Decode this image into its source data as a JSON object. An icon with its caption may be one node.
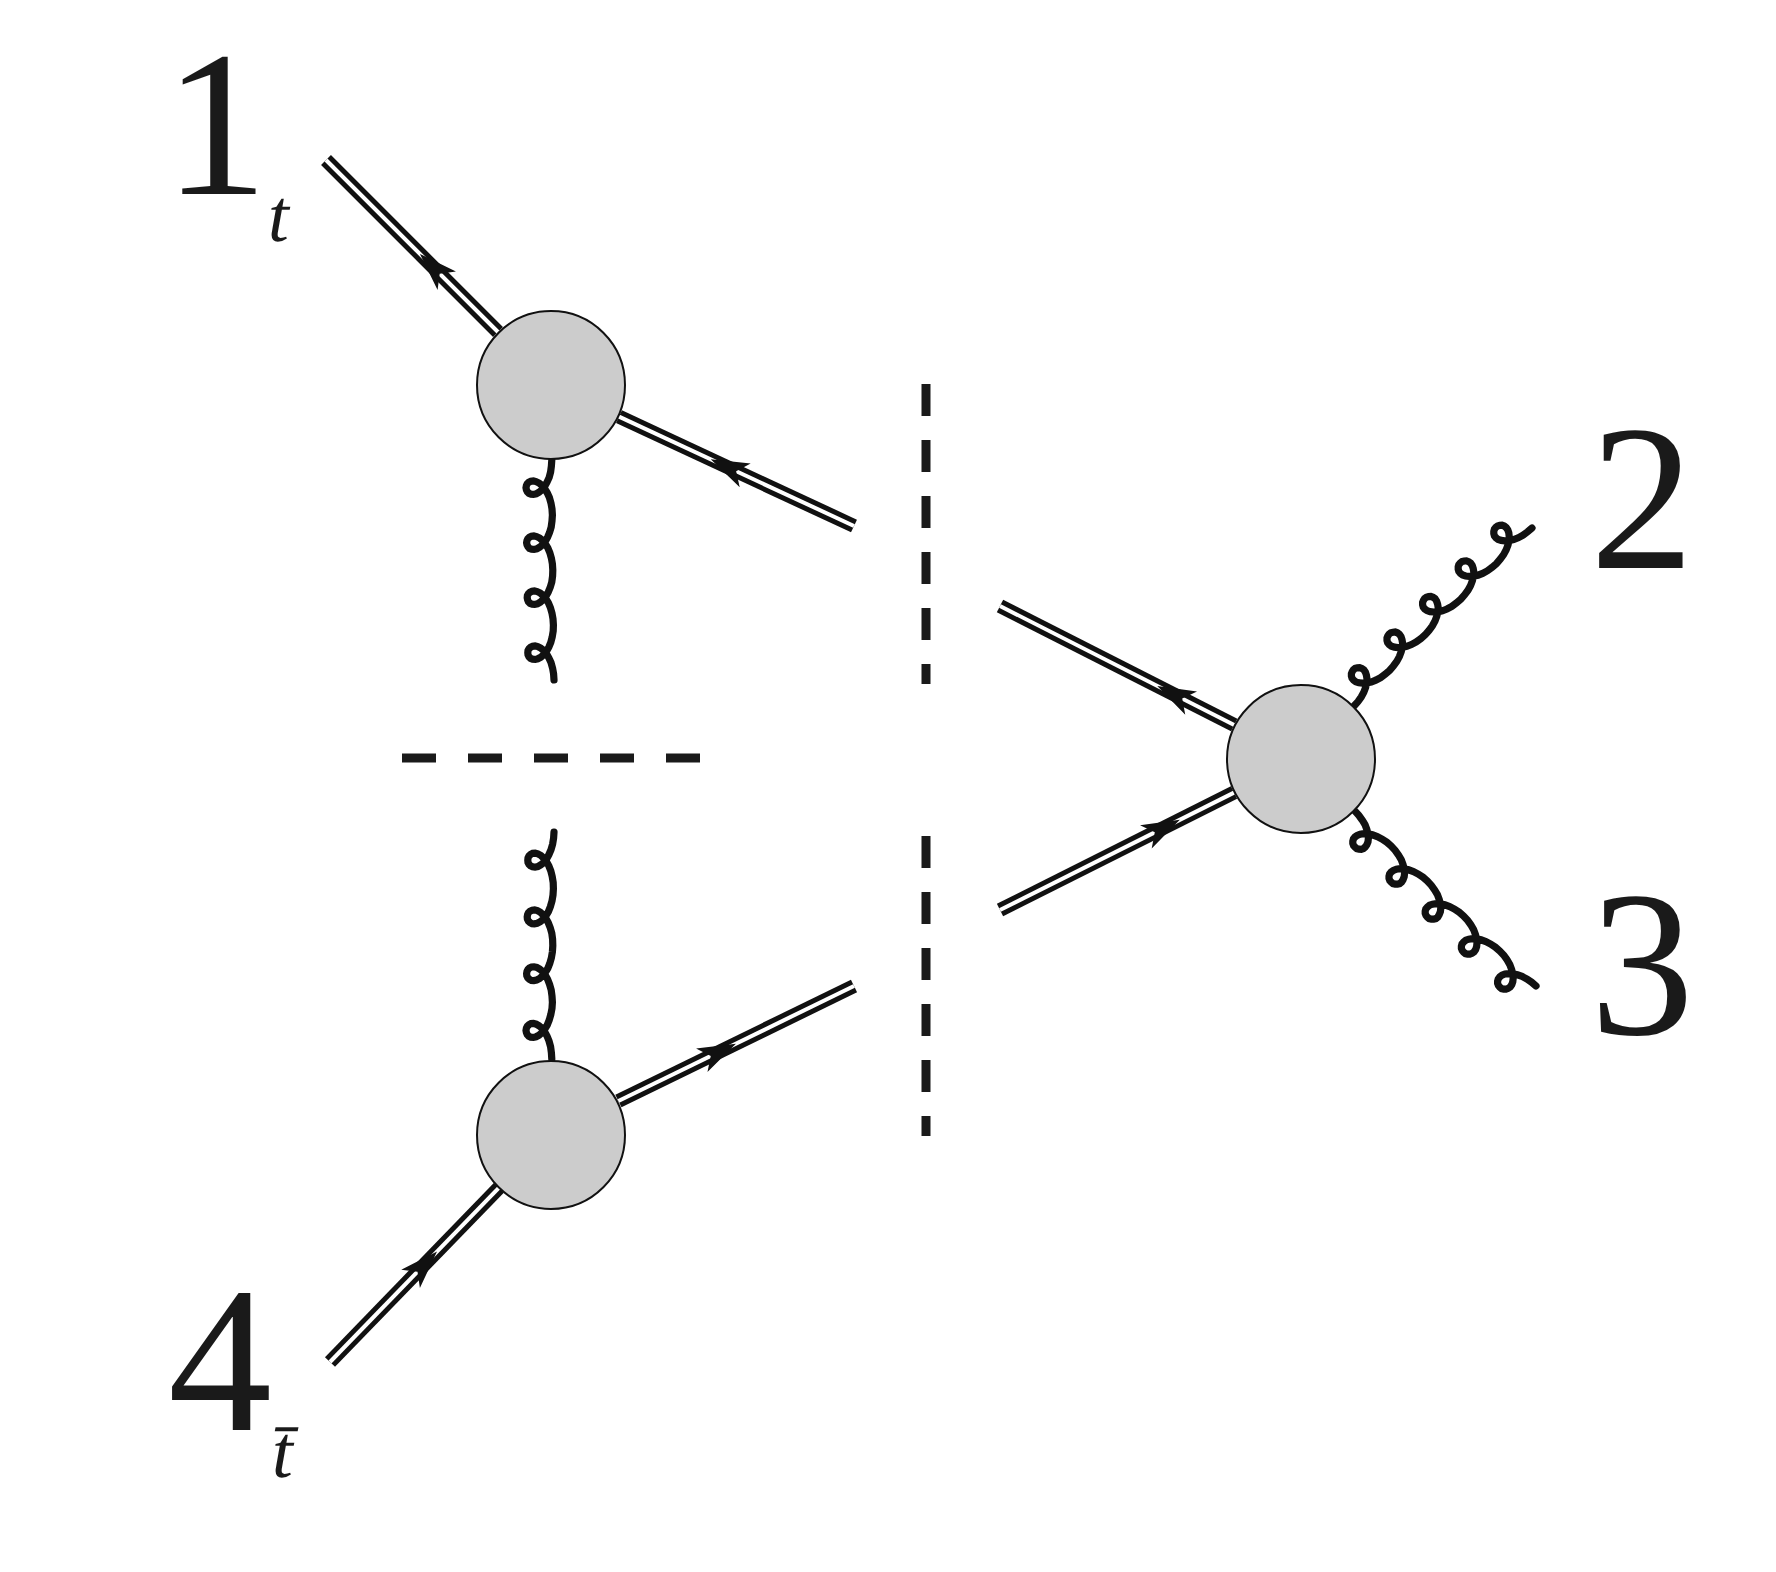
{
  "diagram": {
    "nodes": [
      {
        "text": [
          "1$_{t}$"
        ]
      },
      {
        "text": [],
        "shape": "circle"
      },
      {
        "text": [
          "2"
        ]
      },
      {
        "text": [],
        "shape": "circle"
      },
      {
        "text": [
          "3"
        ]
      },
      {
        "text": [],
        "shape": "circle"
      },
      {
        "text": [
          "4$_{t̄}$"
        ]
      }
    ],
    "edges": [
      {
        "from": 1,
        "to": 0,
        "arrow": "to"
      },
      {
        "from": null,
        "to": 1,
        "arrow": "to"
      },
      {
        "from": 1,
        "to": null,
        "arrow": "none"
      },
      {
        "from": 3,
        "to": null,
        "arrow": "to"
      },
      {
        "from": null,
        "to": 3,
        "arrow": "to"
      },
      {
        "from": 3,
        "to": 2,
        "arrow": "none"
      },
      {
        "from": 3,
        "to": 4,
        "arrow": "none"
      },
      {
        "from": 5,
        "to": null,
        "arrow": "none"
      },
      {
        "from": 6,
        "to": 5,
        "arrow": "to"
      },
      {
        "from": 5,
        "to": null,
        "arrow": "to"
      }
    ]
  }
}
